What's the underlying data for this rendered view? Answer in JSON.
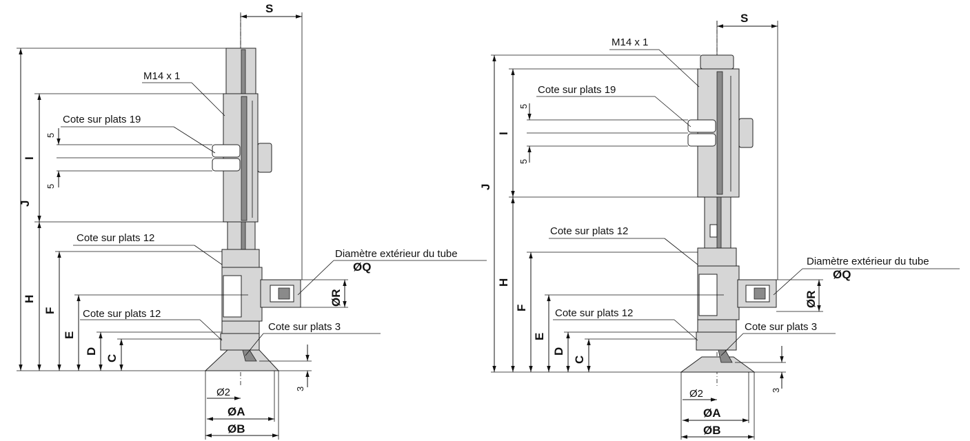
{
  "left_view": {
    "dim_s": "S",
    "dim_j": "J",
    "dim_i": "I",
    "dim_h": "H",
    "dim_f": "F",
    "dim_e": "E",
    "dim_d": "D",
    "dim_c": "C",
    "dim_r": "ØR",
    "dim_a": "ØA",
    "dim_b": "ØB",
    "dim_2": "Ø2",
    "dim_5_top": "5",
    "dim_5_bottom": "5",
    "dim_3": "3",
    "thread": "M14 x 1",
    "flats_19": "Cote sur plats 19",
    "flats_12_top": "Cote sur plats 12",
    "flats_12_bottom": "Cote sur plats 12",
    "flats_3": "Cote sur plats 3",
    "tube_od": "Diamètre extérieur du tube",
    "tube_q": "ØQ"
  },
  "right_view": {
    "dim_s": "S",
    "dim_j": "J",
    "dim_i": "I",
    "dim_h": "H",
    "dim_f": "F",
    "dim_e": "E",
    "dim_d": "D",
    "dim_c": "C",
    "dim_r": "ØR",
    "dim_a": "ØA",
    "dim_b": "ØB",
    "dim_2": "Ø2",
    "dim_5_top": "5",
    "dim_5_bottom": "5",
    "dim_3": "3",
    "thread": "M14 x 1",
    "flats_19": "Cote sur plats 19",
    "flats_12_top": "Cote sur plats 12",
    "flats_12_bottom": "Cote sur plats 12",
    "flats_3": "Cote sur plats 3",
    "tube_od": "Diamètre extérieur du tube",
    "tube_q": "ØQ"
  }
}
